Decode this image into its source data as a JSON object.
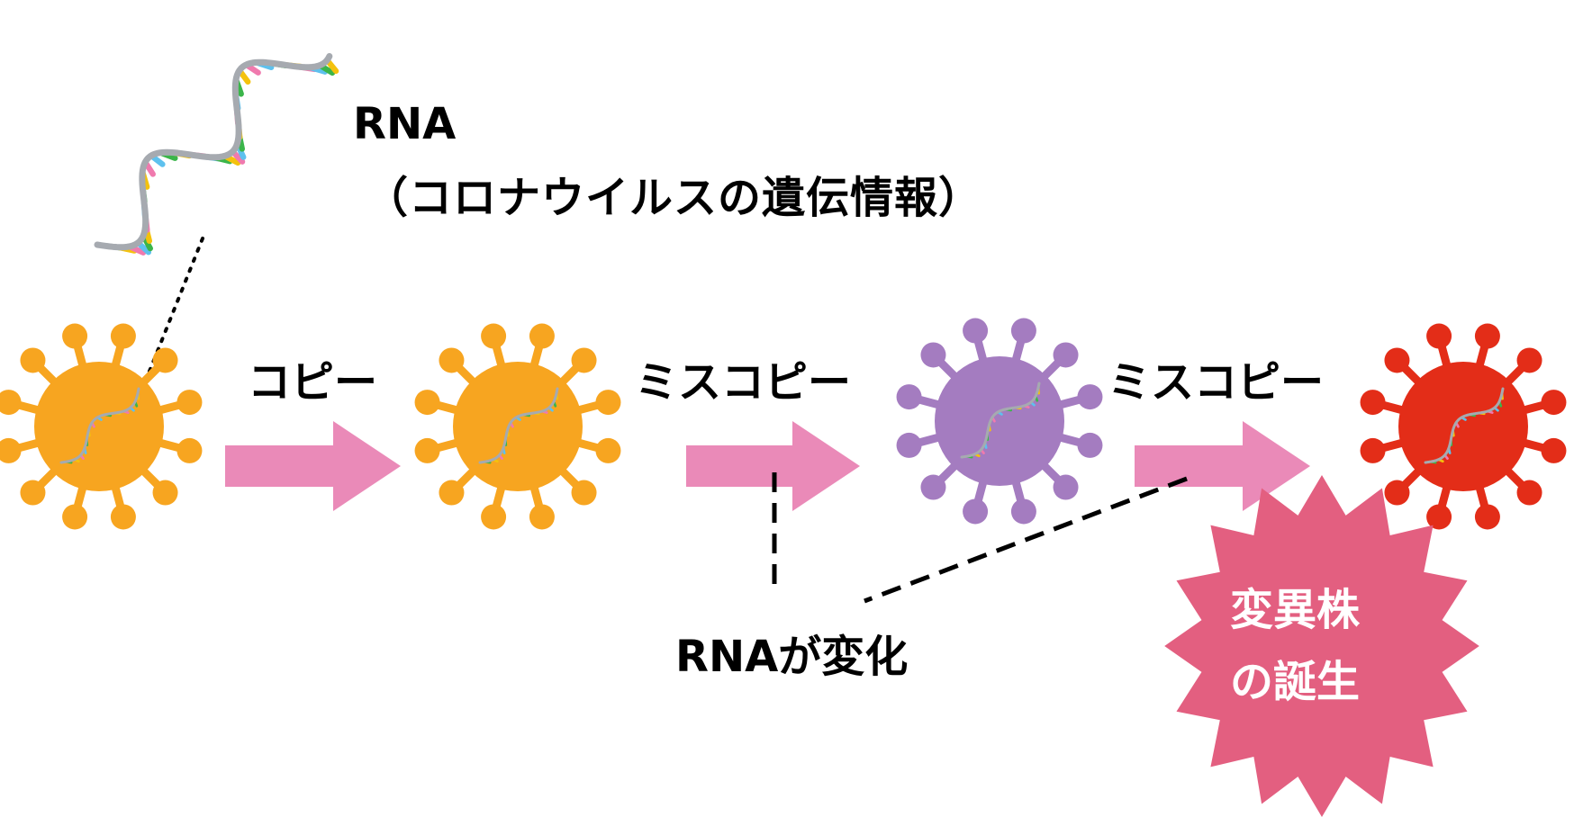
{
  "labels": {
    "rna_title": "RNA",
    "rna_subtitle": "（コロナウイルスの遺伝情報）",
    "copy": "コピー",
    "miscopy_1": "ミスコピー",
    "miscopy_2": "ミスコピー",
    "rna_changed": "RNAが変化",
    "variant_line1": "変異株",
    "variant_line2": "の誕生"
  },
  "colors": {
    "virus_orange": "#F7A520",
    "virus_purple": "#A47CC0",
    "virus_red": "#E32D18",
    "arrow_pink": "#EA8AB8",
    "burst_pink": "#E35F80",
    "rna_backbone": "#A6AAB0"
  },
  "icons": [
    "rna-strand-icon",
    "virus-icon",
    "arrow-right-icon",
    "burst-icon"
  ]
}
